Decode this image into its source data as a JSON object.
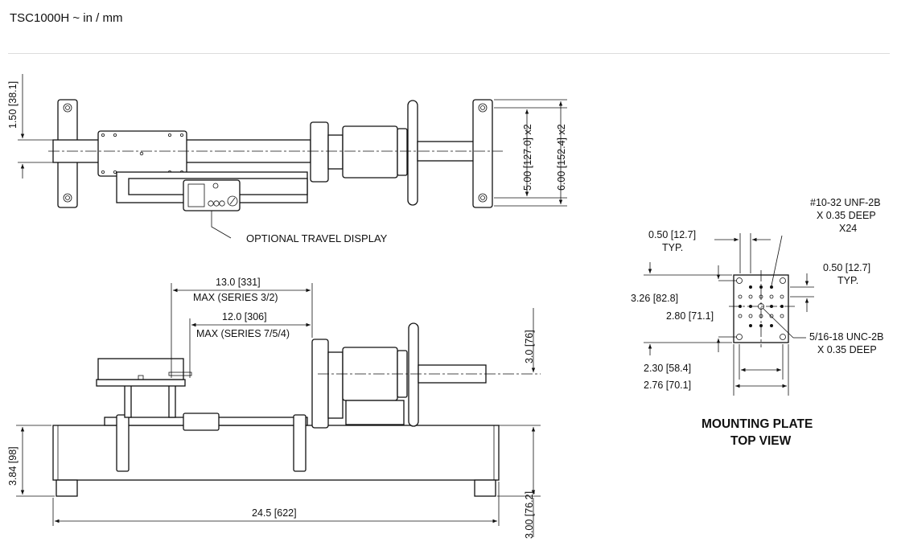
{
  "page": {
    "title": "TSC1000H ~ in / mm"
  },
  "top_view": {
    "dim_height": "1.50 [38.1]",
    "dim_inner": "5.00 [127.0] x2",
    "dim_outer": "6.00 [152.4] x2",
    "callout": "OPTIONAL TRAVEL DISPLAY"
  },
  "side_view": {
    "max_32_line1": "13.0 [331]",
    "max_32_line2": "MAX (SERIES 3/2)",
    "max_754_line1": "12.0 [306]",
    "max_754_line2": "MAX (SERIES 7/5/4)",
    "dim_right_top": "3.0 [76]",
    "dim_right_bottom": "3.00 [76.2]",
    "dim_left": "3.84 [98]",
    "dim_length": "24.5 [622]"
  },
  "mounting_plate": {
    "title_line1": "MOUNTING PLATE",
    "title_line2": "TOP VIEW",
    "note_top_line1": "#10-32 UNF-2B",
    "note_top_line2": "X 0.35 DEEP",
    "note_top_line3": "X24",
    "typ_top_line1": "0.50 [12.7]",
    "typ_top_line2": "TYP.",
    "typ_right_line1": "0.50 [12.7]",
    "typ_right_line2": "TYP.",
    "dim_326": "3.26 [82.8]",
    "dim_280": "2.80 [71.1]",
    "note_bottom_line1": "5/16-18 UNC-2B",
    "note_bottom_line2": "X 0.35 DEEP",
    "dim_230": "2.30 [58.4]",
    "dim_276": "2.76 [70.1]"
  }
}
